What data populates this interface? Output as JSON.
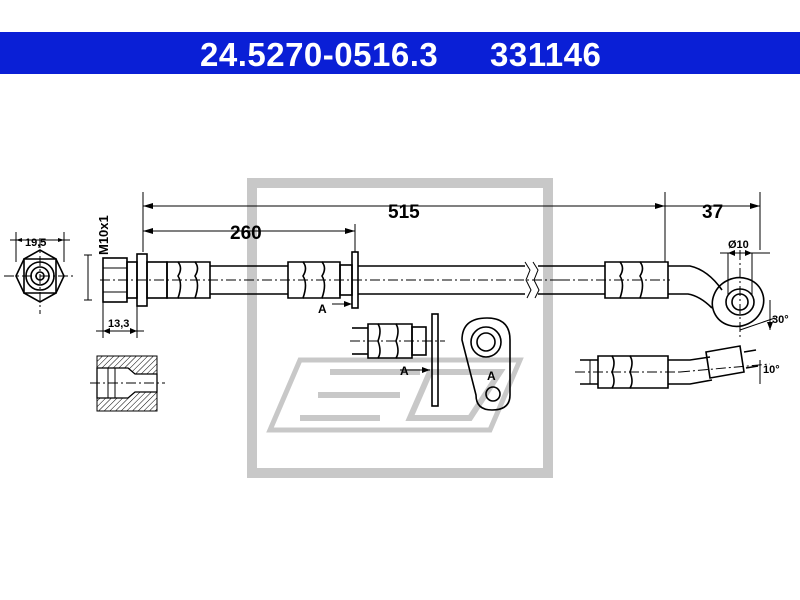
{
  "header": {
    "part_number": "24.5270-0516.3",
    "reference_number": "331146"
  },
  "dimensions": {
    "total_length": "515",
    "partial_length": "260",
    "end_length": "37",
    "fitting_width": "19,5",
    "thread": "M10x1",
    "fitting_length": "13,3",
    "eye_diameter": "Ø10",
    "eye_angle": "30°",
    "bend_angle": "10°"
  },
  "labels": {
    "view_a": "A",
    "view_a_arrow": "A",
    "view_a_bracket": "A"
  },
  "colors": {
    "header_bg": "#0a1fd6",
    "header_text": "#ffffff",
    "lines": "#000000",
    "watermark": "#c8c8c8"
  }
}
